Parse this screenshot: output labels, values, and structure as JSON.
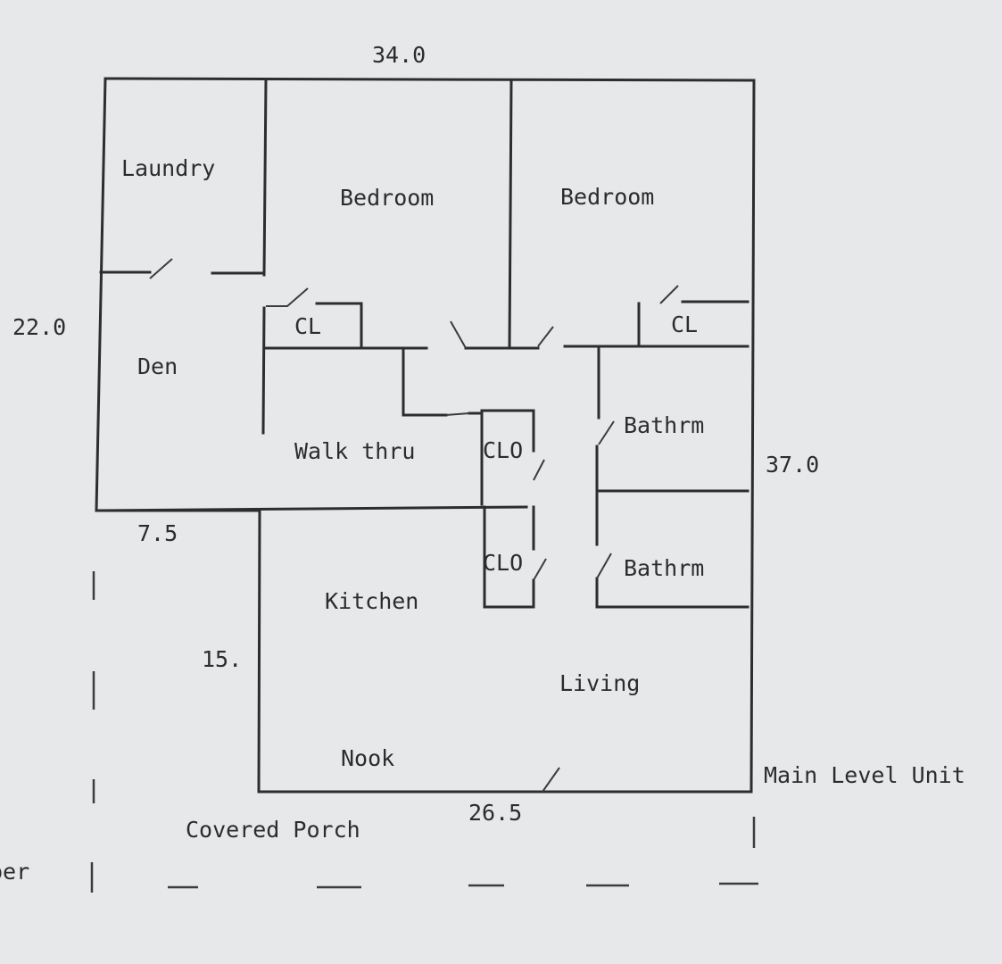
{
  "rooms": {
    "laundry": "Laundry",
    "bedroom_left": "Bedroom",
    "bedroom_right": "Bedroom",
    "closet_left": "CL",
    "closet_right": "CL",
    "den": "Den",
    "walk_thru": "Walk thru",
    "closet_upper": "CLO",
    "closet_lower": "CLO",
    "bath_upper": "Bathrm",
    "bath_lower": "Bathrm",
    "kitchen": "Kitchen",
    "living": "Living",
    "nook": "Nook",
    "porch": "Covered Porch"
  },
  "dimensions": {
    "top_width": "34.0",
    "left_height": "22.0",
    "right_height": "37.0",
    "den_width": "7.5",
    "kitchen_height": "15.",
    "bottom_width": "26.5"
  },
  "captions": {
    "unit_name": "Main Level Unit",
    "cut_off": "per"
  }
}
